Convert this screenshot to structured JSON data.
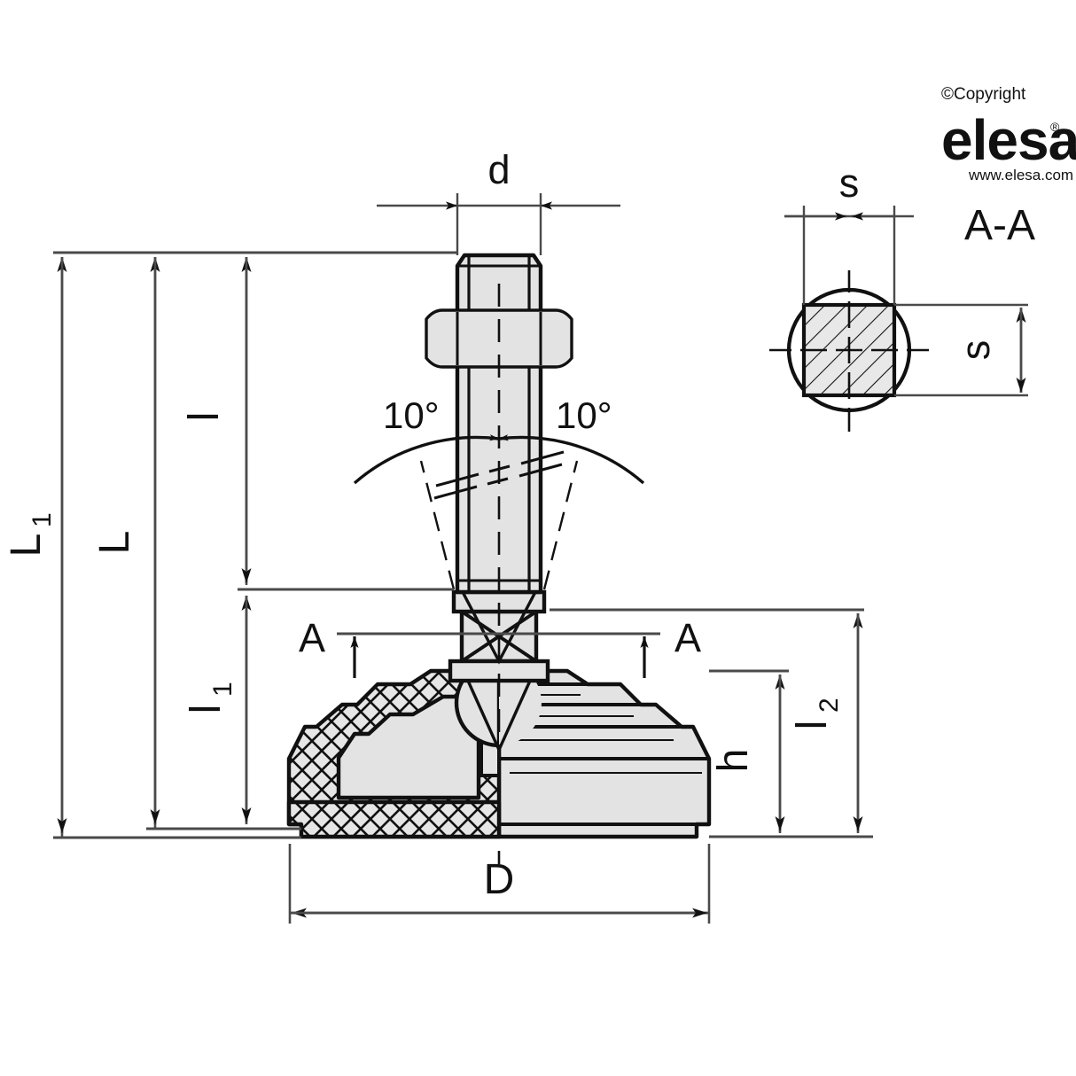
{
  "drawing": {
    "title": "Elesa levelling element technical drawing",
    "section_label": "A-A",
    "section_marks": {
      "left": "A",
      "right": "A"
    },
    "angles": {
      "left": "10°",
      "right": "10°"
    },
    "dimensions": {
      "d": "d",
      "L1": "L1",
      "L": "L",
      "l": "l",
      "l1": "l1",
      "l2": "l2",
      "h": "h",
      "D": "D",
      "s_horizontal": "s",
      "s_vertical": "s"
    },
    "subscripts": {
      "L1_base": "L",
      "L1_sub": "1",
      "l1_base": "l",
      "l1_sub": "1",
      "l2_base": "l",
      "l2_sub": "2"
    }
  },
  "branding": {
    "copyright": "©Copyright",
    "logo": "elesa",
    "website": "www.elesa.com",
    "registered_mark": "®"
  },
  "colors": {
    "line": "#111111",
    "fill_metal": "#e3e3e3",
    "fill_white": "#ffffff",
    "dim_line": "#4a4a4a",
    "logo_gray": "#c9c9c9",
    "background": "#ffffff"
  }
}
